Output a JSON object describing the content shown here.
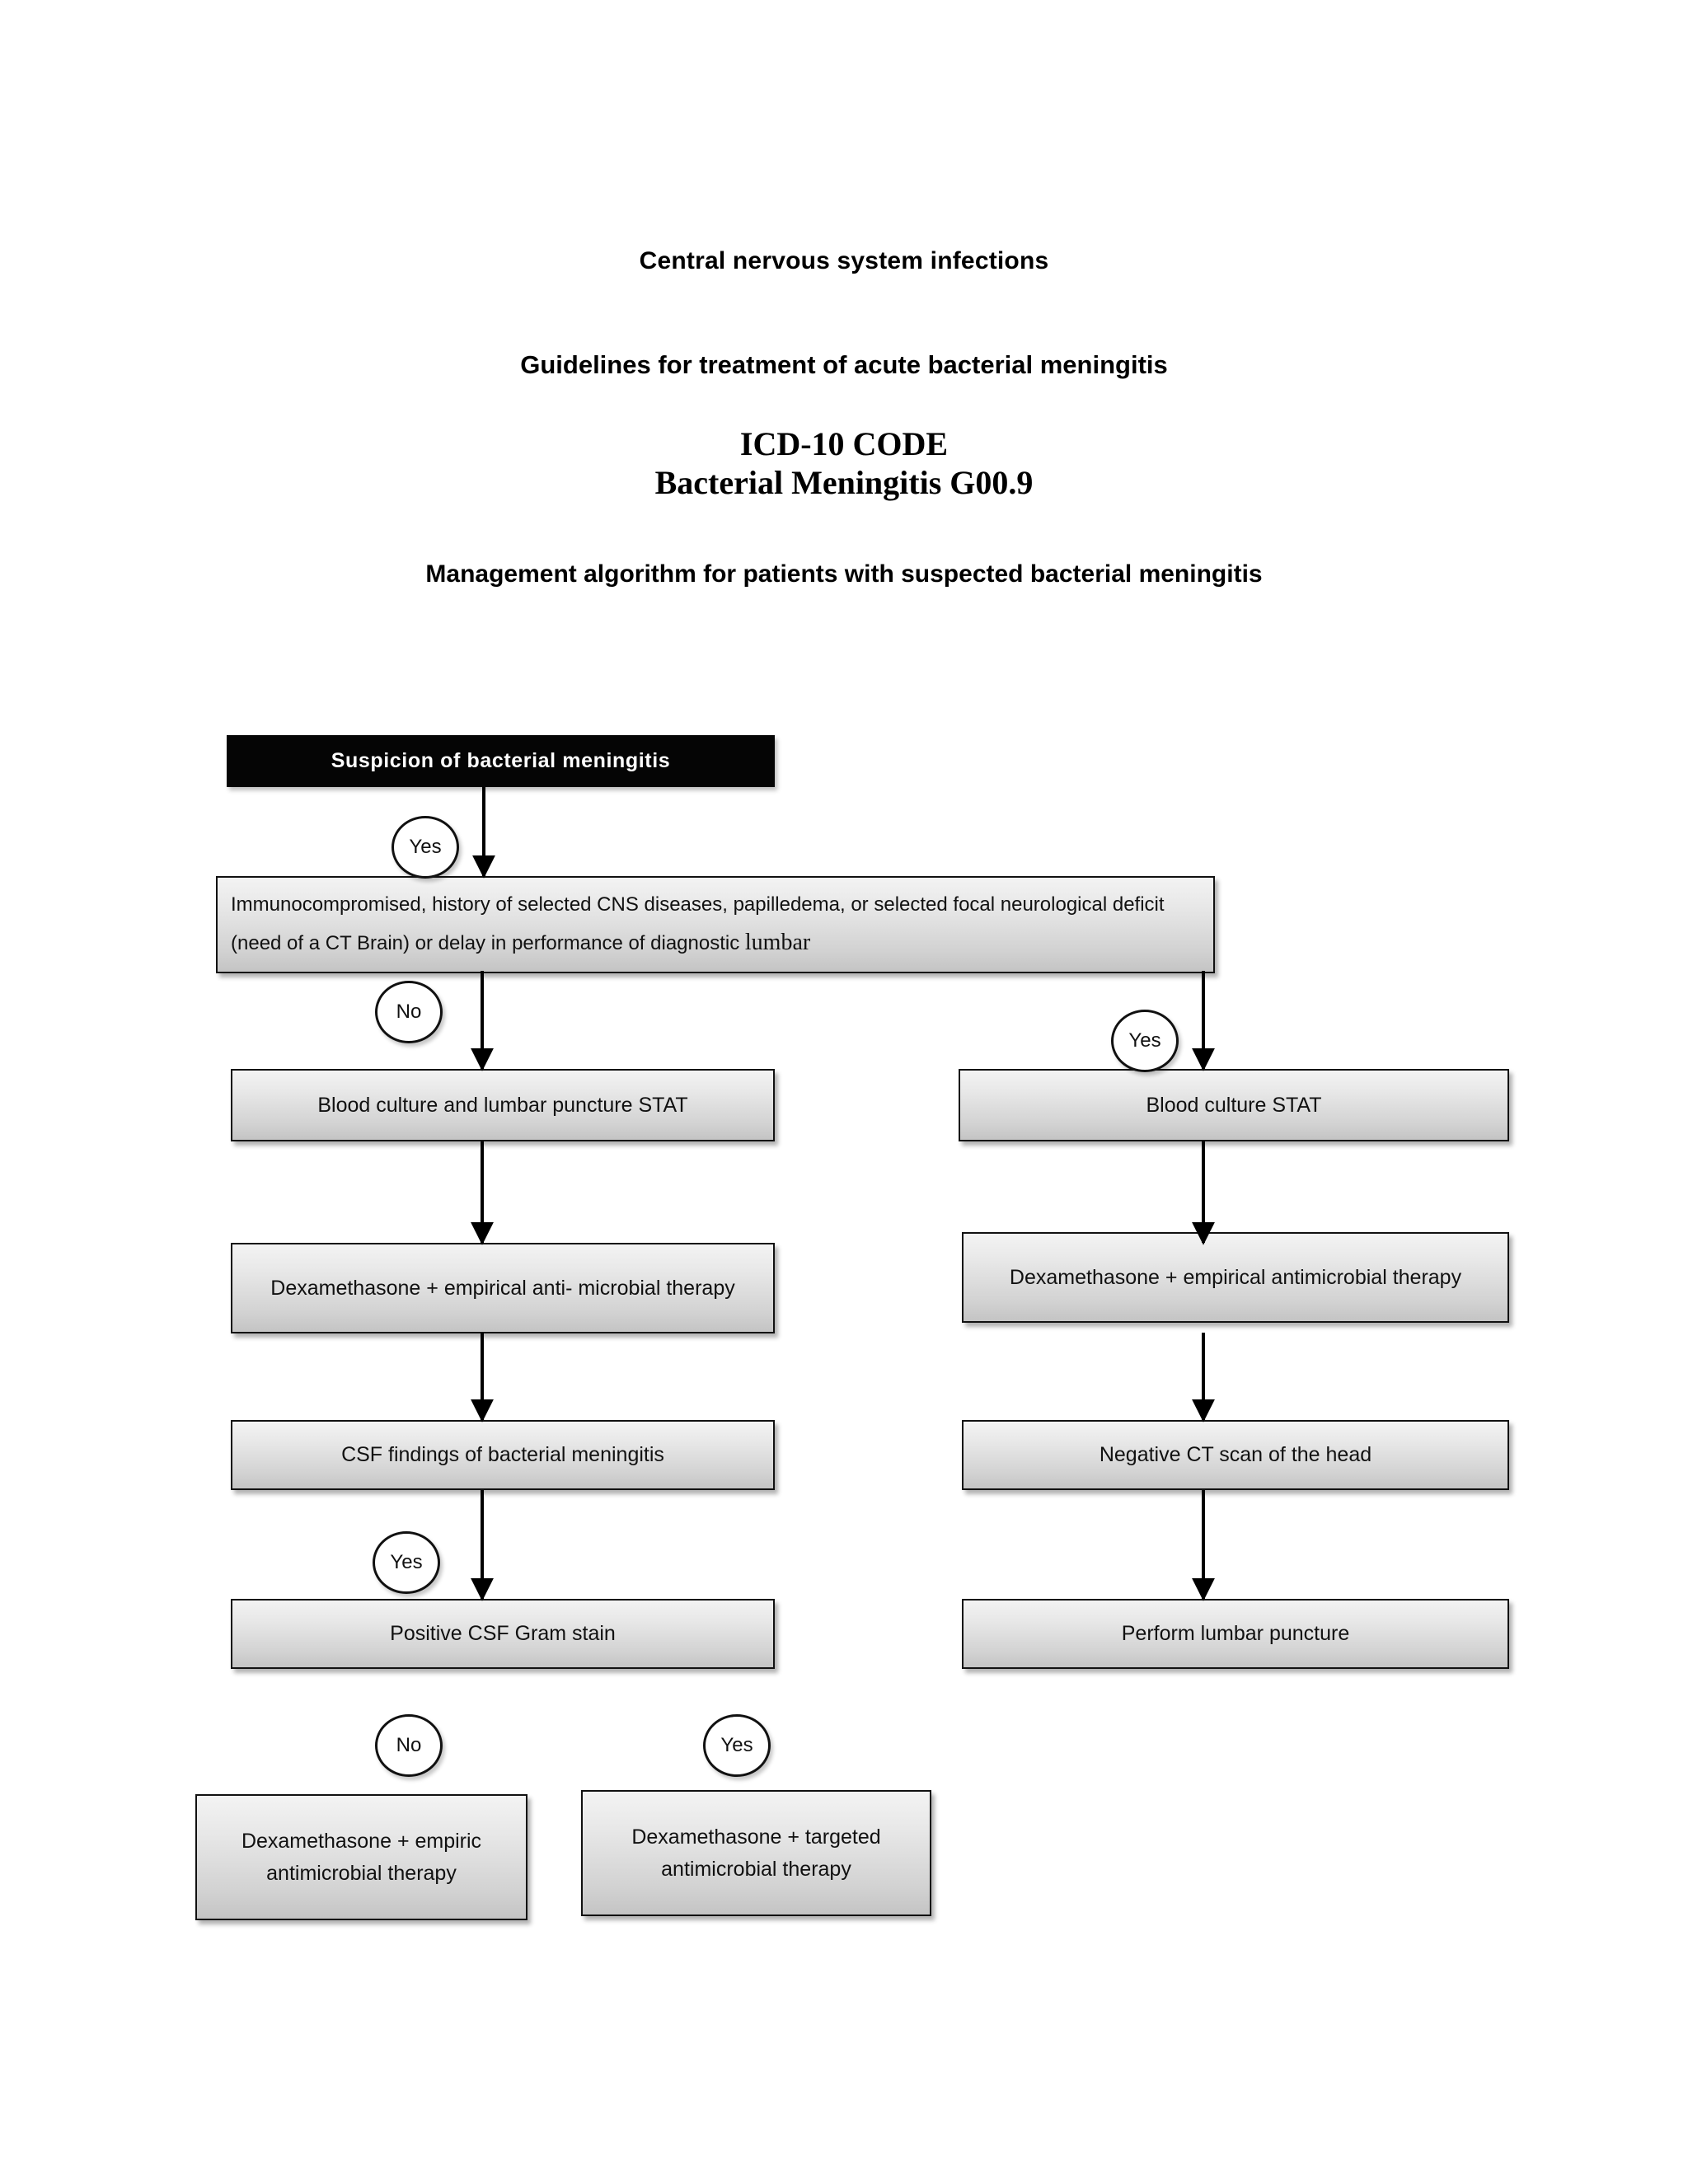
{
  "document": {
    "headings": {
      "line1": "Central nervous system infections",
      "line2": "Guidelines for treatment of acute bacterial meningitis",
      "icd_label": "ICD-10 CODE",
      "icd_value": "Bacterial Meningitis G00.9",
      "line3": "Management algorithm for patients with suspected bacterial meningitis"
    }
  },
  "chart_data": {
    "type": "flowchart",
    "title": "Management algorithm for patients with suspected bacterial meningitis",
    "nodes": [
      {
        "id": "start",
        "label": "Suspicion  of bacterial  meningitis",
        "style": "black-banner",
        "column": "left"
      },
      {
        "id": "decision",
        "label_part1": "Immunocompromised, history of selected CNS diseases, papilledema, or selected focal neurological deficit (need of a CT Brain) or delay in performance of diagnostic ",
        "label_lumbar": "lumbar",
        "style": "process",
        "column": "span"
      },
      {
        "id": "left-1",
        "label": "Blood culture and lumbar puncture STAT",
        "style": "process",
        "column": "left"
      },
      {
        "id": "left-2",
        "label": "Dexamethasone + empirical anti- microbial therapy",
        "style": "process",
        "column": "left"
      },
      {
        "id": "left-3",
        "label": "CSF findings of bacterial meningitis",
        "style": "process",
        "column": "left"
      },
      {
        "id": "left-4",
        "label": "Positive CSF Gram stain",
        "style": "process",
        "column": "left"
      },
      {
        "id": "left-5a",
        "label": "Dexamethasone + empiric antimicrobial therapy",
        "style": "process",
        "column": "left"
      },
      {
        "id": "left-5b",
        "label": "Dexamethasone + targeted antimicrobial therapy",
        "style": "process",
        "column": "left"
      },
      {
        "id": "right-1",
        "label": "Blood culture STAT",
        "style": "process",
        "column": "right"
      },
      {
        "id": "right-2",
        "label": "Dexamethasone + empirical antimicrobial therapy",
        "style": "process",
        "column": "right"
      },
      {
        "id": "right-3",
        "label": "Negative CT scan of the head",
        "style": "process",
        "column": "right"
      },
      {
        "id": "right-4",
        "label": "Perform lumbar puncture",
        "style": "process",
        "column": "right"
      }
    ],
    "edge_labels": [
      {
        "id": "yes-start",
        "label": "Yes",
        "from": "start",
        "to": "decision"
      },
      {
        "id": "no-decision",
        "label": "No",
        "from": "decision",
        "to": "left-1"
      },
      {
        "id": "yes-decision",
        "label": "Yes",
        "from": "decision",
        "to": "right-1"
      },
      {
        "id": "yes-csf",
        "label": "Yes",
        "from": "left-3",
        "to": "left-4"
      },
      {
        "id": "no-gram",
        "label": "No",
        "from": "left-4",
        "to": "left-5a"
      },
      {
        "id": "yes-gram",
        "label": "Yes",
        "from": "left-4",
        "to": "left-5b"
      }
    ],
    "colors": {
      "banner_fill": "#050505",
      "banner_text": "#ffffff",
      "node_fill_top": "#f3f3f3",
      "node_fill_bottom": "#c4c4c4",
      "node_border": "#111111",
      "connector": "#000000",
      "page_background": "#ffffff"
    }
  }
}
